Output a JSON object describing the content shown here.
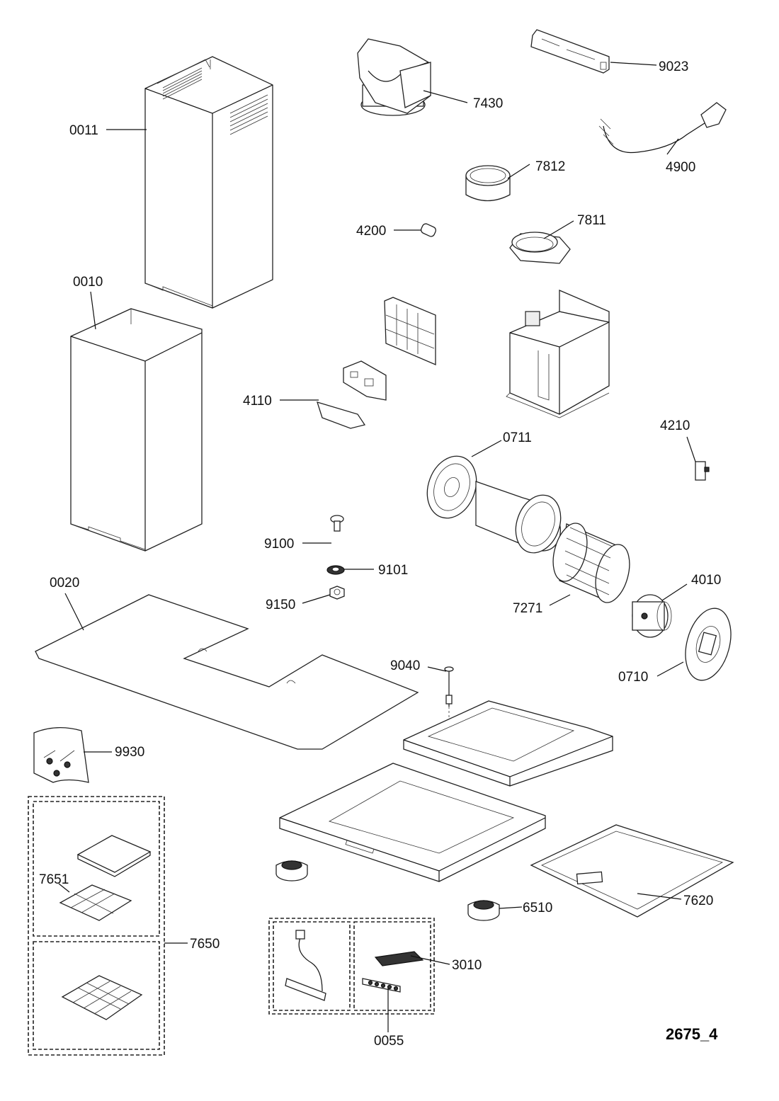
{
  "drawing_code": "2675_4",
  "parts": [
    {
      "code": "0011"
    },
    {
      "code": "0010"
    },
    {
      "code": "0020"
    },
    {
      "code": "7430"
    },
    {
      "code": "9023"
    },
    {
      "code": "4900"
    },
    {
      "code": "7812"
    },
    {
      "code": "4200"
    },
    {
      "code": "7811"
    },
    {
      "code": "4110"
    },
    {
      "code": "4210"
    },
    {
      "code": "0711"
    },
    {
      "code": "9100"
    },
    {
      "code": "9101"
    },
    {
      "code": "9150"
    },
    {
      "code": "4010"
    },
    {
      "code": "7271"
    },
    {
      "code": "0710"
    },
    {
      "code": "9040"
    },
    {
      "code": "9930"
    },
    {
      "code": "7651"
    },
    {
      "code": "7650"
    },
    {
      "code": "6510"
    },
    {
      "code": "7620"
    },
    {
      "code": "3010"
    },
    {
      "code": "0055"
    }
  ]
}
